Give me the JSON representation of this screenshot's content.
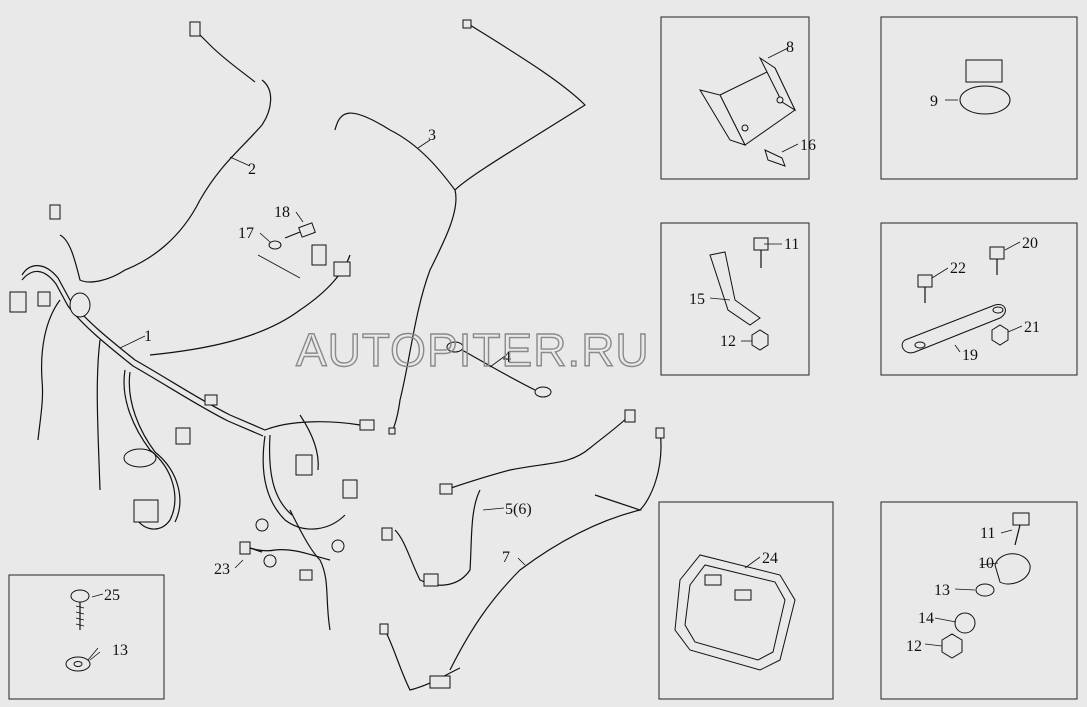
{
  "watermark": "AUTOPITER.RU",
  "labels": {
    "p1": "1",
    "p2": "2",
    "p3": "3",
    "p4": "4",
    "p5": "5(6)",
    "p7": "7",
    "p8": "8",
    "p9": "9",
    "p10": "10",
    "p11a": "11",
    "p11b": "11",
    "p12a": "12",
    "p12b": "12",
    "p13a": "13",
    "p13b": "13",
    "p14": "14",
    "p15": "15",
    "p16": "16",
    "p17": "17",
    "p18": "18",
    "p19": "19",
    "p20": "20",
    "p21": "21",
    "p22": "22",
    "p23": "23",
    "p24": "24",
    "p25": "25"
  }
}
